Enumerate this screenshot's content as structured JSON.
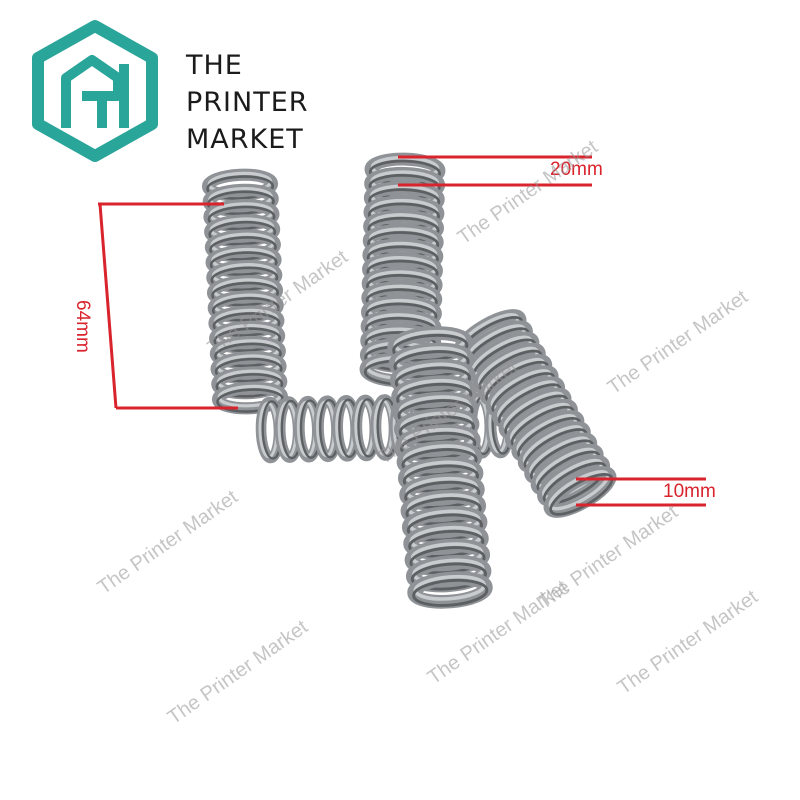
{
  "brand": {
    "lines": [
      "THE",
      "PRINTER",
      "MARKET"
    ],
    "logo_color": "#2aa59a",
    "logo_text": "AM"
  },
  "dimensions": {
    "length": "64mm",
    "outer": "20mm",
    "inner": "10mm",
    "line_color": "#d9232d"
  },
  "watermark": "The Printer Market",
  "colors": {
    "spring_dark": "#5c6063",
    "spring_mid": "#8f9397",
    "spring_light": "#c9cccf"
  }
}
